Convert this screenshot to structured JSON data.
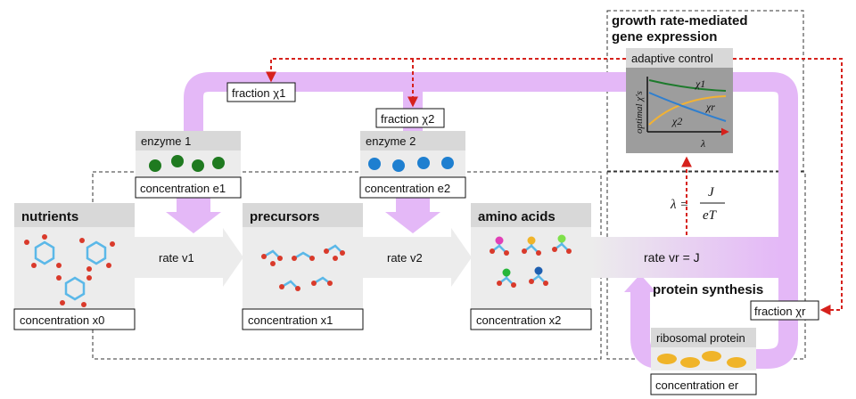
{
  "title": {
    "line1": "growth rate-mediated",
    "line2": "gene expression"
  },
  "control": {
    "label": "adaptive control",
    "ylabel": "optimal χ's",
    "xlabel": "λ",
    "curves": [
      {
        "label": "χ1",
        "color": "#1d7a2c"
      },
      {
        "label": "χr",
        "color": "#f2b233"
      },
      {
        "label": "χ2",
        "color": "#2f7fcf"
      }
    ]
  },
  "fractions": {
    "f1": "fraction χ1",
    "f2": "fraction χ2",
    "fr": "fraction χr"
  },
  "enzymes": [
    {
      "label": "enzyme 1",
      "concentration": "concentration e1",
      "color": "#1f7a20"
    },
    {
      "label": "enzyme 2",
      "concentration": "concentration e2",
      "color": "#1e7fd0"
    }
  ],
  "pools": [
    {
      "title": "nutrients",
      "concentration": "concentration x0"
    },
    {
      "title": "precursors",
      "concentration": "concentration x1"
    },
    {
      "title": "amino acids",
      "concentration": "concentration x2"
    }
  ],
  "rates": {
    "v1": "rate v1",
    "v2": "rate v2",
    "vr": "rate vr = J"
  },
  "lambda_eq": {
    "lhs": "λ =",
    "num": "J",
    "den": "eT"
  },
  "synthesis": {
    "title": "protein synthesis",
    "ribo_label": "ribosomal protein",
    "ribo_conc": "concentration er",
    "ribo_color": "#f0b429"
  },
  "colors": {
    "flow": "#e4b8f7",
    "arrow": "#d6211c",
    "header": "#d8d8d8",
    "panel": "#ececec"
  }
}
